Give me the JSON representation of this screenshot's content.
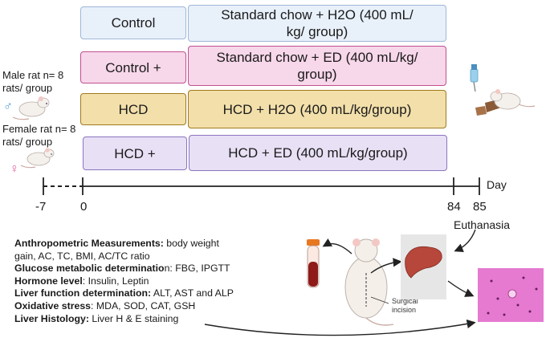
{
  "groups": [
    {
      "name": "Control",
      "treatment_line1": "Standard chow + H2O (400 mL/",
      "treatment_line2": "kg/ group)"
    },
    {
      "name": "Control +",
      "treatment_line1": "Standard chow + ED (400 mL/kg/",
      "treatment_line2": "group)"
    },
    {
      "name": "HCD",
      "treatment_line1": "HCD + H2O (400 mL/kg/group)",
      "treatment_line2": ""
    },
    {
      "name": "HCD +",
      "treatment_line1": "HCD + ED (400 mL/kg/group)",
      "treatment_line2": ""
    }
  ],
  "rats": {
    "male_label": "Male rat n= 8 rats/ group",
    "female_label": "Female rat n= 8 rats/ group",
    "male_symbol": "♂",
    "female_symbol": "♀"
  },
  "timeline": {
    "ticks": [
      "-7",
      "0",
      "84",
      "85"
    ],
    "unit": "Day",
    "event": "Euthanasia"
  },
  "surgery_label": "Surgical incision",
  "measurements": [
    {
      "title": "Anthropometric Measurements:",
      "text": " body weight"
    },
    {
      "title": "",
      "text": "gain, AC, TC, BMI, AC/TC ratio"
    },
    {
      "title": "Glucose metabolic determinatio",
      "text": "n: FBG, IPGTT"
    },
    {
      "title": "Hormone level",
      "text": ": Insulin, Leptin"
    },
    {
      "title": "Liver function determination:",
      "text": " ALT, AST and ALP"
    },
    {
      "title": "Oxidative stress",
      "text": ": MDA, SOD, CAT, GSH"
    },
    {
      "title": "Liver Histology:",
      "text": " Liver H & E staining"
    }
  ],
  "colors": {
    "control": "#e8f0fa",
    "control_plus": "#f7d7ea",
    "hcd": "#f2dfaa",
    "hcd_plus": "#e8e0f5",
    "histology": "#e57ad0"
  }
}
